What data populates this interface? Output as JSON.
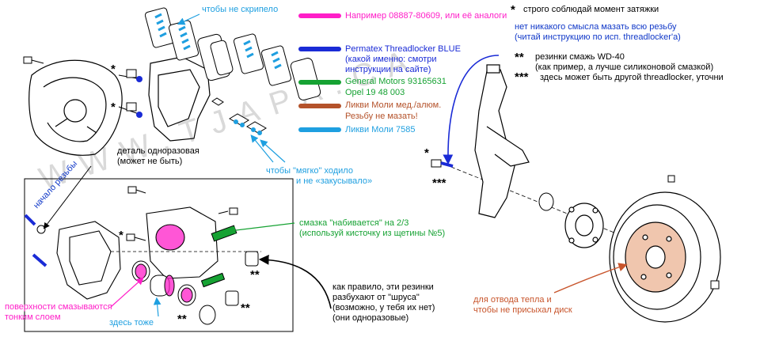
{
  "legend": {
    "pink": "Например 08887-80609, или её аналоги",
    "blue_line1": "Permatex Threadlocker BLUE",
    "blue_line2": "(какой именно: смотри",
    "blue_line3": "инструкции на сайте)",
    "green_line1": "General Motors 93165631",
    "green_line2": "Opel 19 48 003",
    "brown_line1": "Ликви Моли мед./алюм.",
    "brown_line2": "Резьбу не мазать!",
    "cyan": "Ликви Моли 7585"
  },
  "notes": {
    "torque": "строго соблюдай момент затяжки",
    "thread_line1": "нет никакого смысла мазать всю резьбу",
    "thread_line2": "(читай инструкцию по исп. threadlocker'а)",
    "wd40_line1": "резинки смажь WD-40",
    "wd40_line2": "(как пример, а лучше силиконовой смазкой)",
    "other_threadlocker": "здесь может быть другой threadlocker, уточни",
    "no_squeak": "чтобы не скрипело",
    "soft_line1": "чтобы \"мягко\" ходило",
    "soft_line2": "и не «закусывало»",
    "disposable_line1": "деталь одноразовая",
    "disposable_line2": "(может не быть)",
    "thread_start": "начало резьбы",
    "grease_line1": "смазка \"набивается\" на 2/3",
    "grease_line2": "(используй кисточку из щетины №5)",
    "boots_line1": "как правило, эти резинки",
    "boots_line2": "разбухают от \"шруса\"",
    "boots_line3": "(возможно, у тебя их нет)",
    "boots_line4": "(они одноразовые)",
    "surfaces_line1": "поверхности смазываются",
    "surfaces_line2": "тонким слоем",
    "here_too": "здесь тоже",
    "heat_line1": "для отвода тепла и",
    "heat_line2": "чтобы не присыхал диск"
  },
  "marks": {
    "one": "*",
    "two": "**",
    "three": "***"
  },
  "watermark": "WWW.TJAPA.CA",
  "colors": {
    "pink": "#ff1ec8",
    "blue": "#1a2bd6",
    "green": "#16a233",
    "brown": "#b4522a",
    "cyan": "#1e9fe0",
    "hub_tint": "#f0c6ae"
  }
}
